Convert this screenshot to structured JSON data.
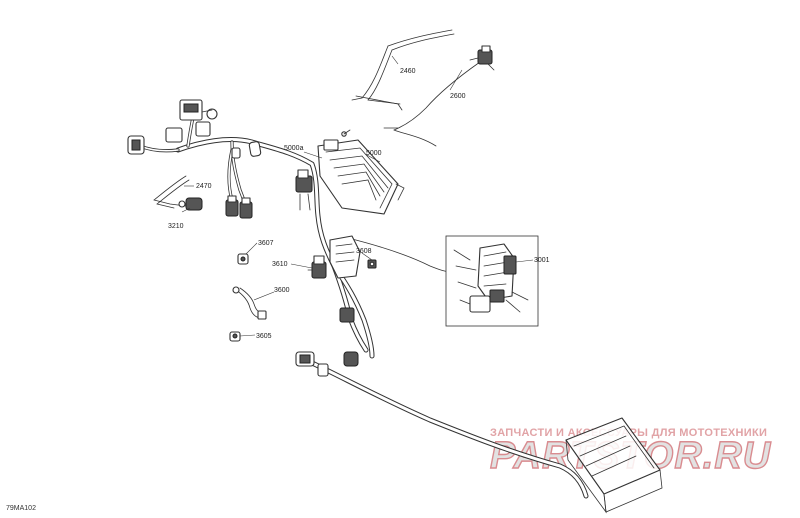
{
  "figure": {
    "code": "79MA102"
  },
  "callouts": [
    {
      "id": "2460",
      "label": "2460"
    },
    {
      "id": "2600",
      "label": "2600"
    },
    {
      "id": "5000a",
      "label": "5000a"
    },
    {
      "id": "5000",
      "label": "5000"
    },
    {
      "id": "2470",
      "label": "2470"
    },
    {
      "id": "3210",
      "label": "3210"
    },
    {
      "id": "3607",
      "label": "3607"
    },
    {
      "id": "3610",
      "label": "3610"
    },
    {
      "id": "3608",
      "label": "3608"
    },
    {
      "id": "3001",
      "label": "3001"
    },
    {
      "id": "3600",
      "label": "3600"
    },
    {
      "id": "3605",
      "label": "3605"
    }
  ],
  "watermark": {
    "tagline": "ЗАПЧАСТИ И АКСЕССУАРЫ ДЛЯ МОТОТЕХНИКИ",
    "brand": "PARTSTOR.RU"
  }
}
